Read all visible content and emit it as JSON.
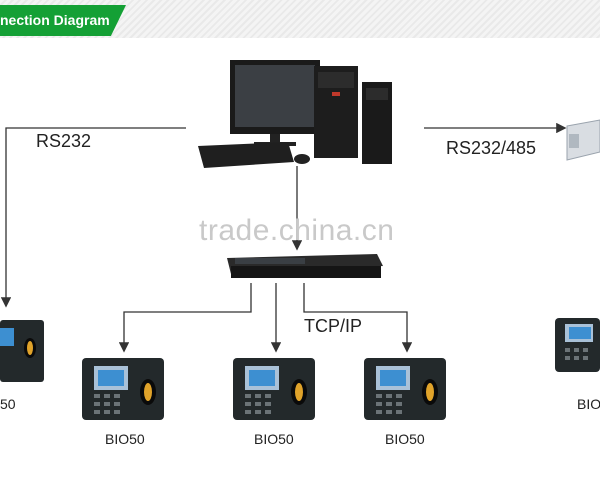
{
  "header": {
    "title": "nection Diagram"
  },
  "watermark": "trade.china.cn",
  "labels": {
    "rs232": "RS232",
    "rs232_485": "RS232/485",
    "tcpip": "TCP/IP"
  },
  "devices": [
    {
      "label": "50"
    },
    {
      "label": "BIO50"
    },
    {
      "label": "BIO50"
    },
    {
      "label": "BIO50"
    },
    {
      "label": "BIO"
    }
  ],
  "colors": {
    "accent": "#14a035",
    "device_body": "#23292b",
    "line": "#333333"
  }
}
